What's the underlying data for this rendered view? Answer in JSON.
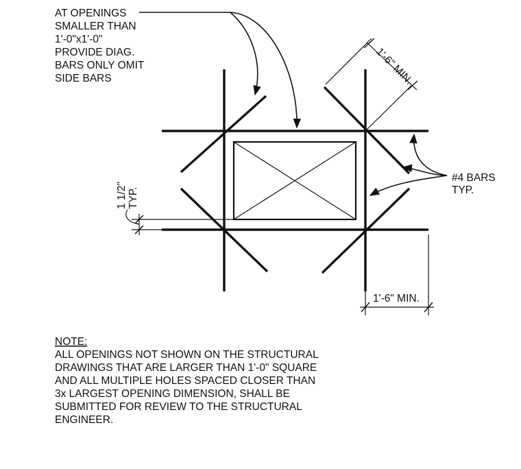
{
  "callouts": {
    "openings_note": {
      "lines": [
        "AT OPENINGS",
        "SMALLER THAN",
        "1'-0\"x1'-0\"",
        "PROVIDE DIAG.",
        "BARS ONLY OMIT",
        "SIDE BARS"
      ]
    },
    "bars": {
      "lines": [
        "#4 BARS",
        "TYP."
      ]
    }
  },
  "dimensions": {
    "cover": {
      "lines": [
        "1 1/2\"",
        "TYP."
      ]
    },
    "diagonal_min": "1'-6\" MIN.",
    "horizontal_min": "1'-6\" MIN."
  },
  "note": {
    "heading": "NOTE:",
    "lines": [
      "ALL OPENINGS NOT SHOWN ON THE STRUCTURAL",
      "DRAWINGS THAT ARE LARGER THAN 1'-0\" SQUARE",
      "AND ALL MULTIPLE HOLES SPACED CLOSER THAN",
      "3x LARGEST OPENING DIMENSION, SHALL BE",
      "SUBMITTED FOR REVIEW TO THE STRUCTURAL",
      "ENGINEER."
    ]
  }
}
